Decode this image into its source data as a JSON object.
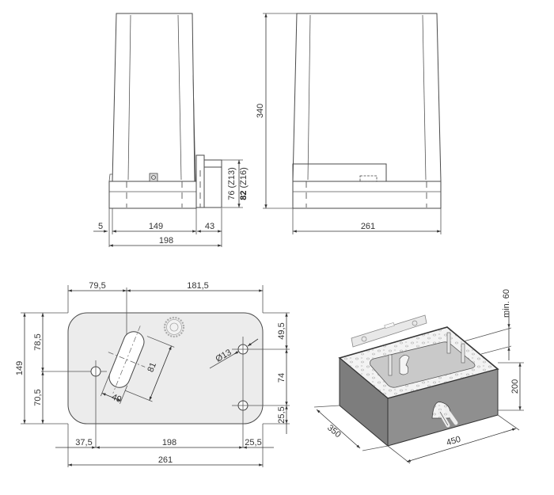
{
  "side_view": {
    "height": "340",
    "dim_left_offset": "5",
    "dim_body_depth": "149",
    "dim_rack_offset": "43",
    "dim_total_depth": "198",
    "dim_rack_height_z13": "76 (Z13)",
    "dim_rack_height_z16_value": "82",
    "dim_rack_height_z16_suffix": " (Z16)"
  },
  "front_view": {
    "height": "340",
    "width": "261"
  },
  "base_plate": {
    "top_left": "79,5",
    "top_right": "181,5",
    "height_total": "149",
    "height_upper": "78,5",
    "height_lower": "70,5",
    "slot_length": "81",
    "slot_width": "40",
    "hole_diameter": "Ø13",
    "right_top": "49,5",
    "right_mid": "74",
    "right_bottom": "25,5",
    "bottom_left": "37,5",
    "bottom_mid": "198",
    "bottom_right": "25,5",
    "width_total": "261"
  },
  "foundation": {
    "min_depth": "min. 60",
    "height": "200",
    "depth": "350",
    "width": "450"
  },
  "colors": {
    "line": "#4a4a4a",
    "plate_fill": "#ececec",
    "concrete_side": "#7d7d7d",
    "concrete_front": "#8f8f8f",
    "gravel": "#f2f2f2",
    "recess": "#c9c9c9"
  }
}
